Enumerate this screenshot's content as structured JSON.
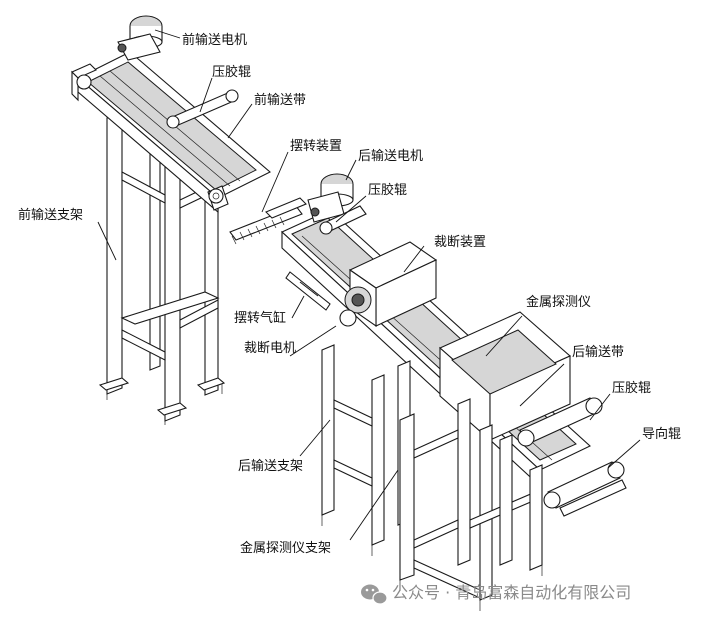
{
  "labels": {
    "front_motor": "前输送电机",
    "front_pressure_roller": "压胶辊",
    "front_conveyor_belt": "前输送带",
    "swing_device": "摆转装置",
    "rear_motor": "后输送电机",
    "rear_pressure_roller": "压胶辊",
    "front_conveyor_stand": "前输送支架",
    "cutting_device": "裁断装置",
    "metal_detector": "金属探测仪",
    "swing_cylinder": "摆转气缸",
    "cutting_motor": "裁断电机",
    "rear_conveyor_belt": "后输送带",
    "exit_pressure_roller": "压胶辊",
    "guide_roller": "导向辊",
    "rear_conveyor_stand": "后输送支架",
    "metal_detector_stand": "金属探测仪支架"
  },
  "watermark": {
    "prefix": "公众号 · ",
    "company": "青岛富森自动化有限公司",
    "icon": "wechat-icon"
  }
}
